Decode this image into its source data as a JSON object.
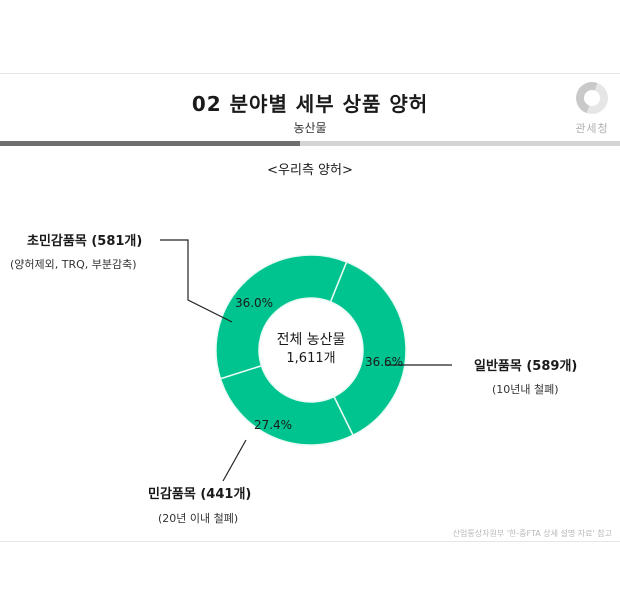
{
  "header": {
    "title": "02 분야별 세부 상품 양허",
    "subtitle": "농산물",
    "logo_text": "관세청"
  },
  "section_title": "<우리측 양허>",
  "source_note": "산업통상자원부 '한-중FTA 상세 설명 자료' 참고",
  "chart_data": {
    "type": "pie",
    "donut": true,
    "center_label": [
      "전체 농산물",
      "1,611개"
    ],
    "slices": [
      {
        "label": "일반품목 (589개)",
        "note": "(10년내 철폐)",
        "count": 589,
        "value": 36.6,
        "value_label": "36.6%",
        "color": "#00c48f"
      },
      {
        "label": "민감품목 (441개)",
        "note": "(20년 이내 철폐)",
        "count": 441,
        "value": 27.4,
        "value_label": "27.4%",
        "color": "#00c48f"
      },
      {
        "label": "초민감품목 (581개)",
        "note": "(양허제외, TRQ, 부분감축)",
        "count": 581,
        "value": 36.0,
        "value_label": "36.0%",
        "color": "#00c48f"
      }
    ],
    "start_angle_deg": 22,
    "direction": "clockwise",
    "separator_color": "#e8faf3"
  }
}
